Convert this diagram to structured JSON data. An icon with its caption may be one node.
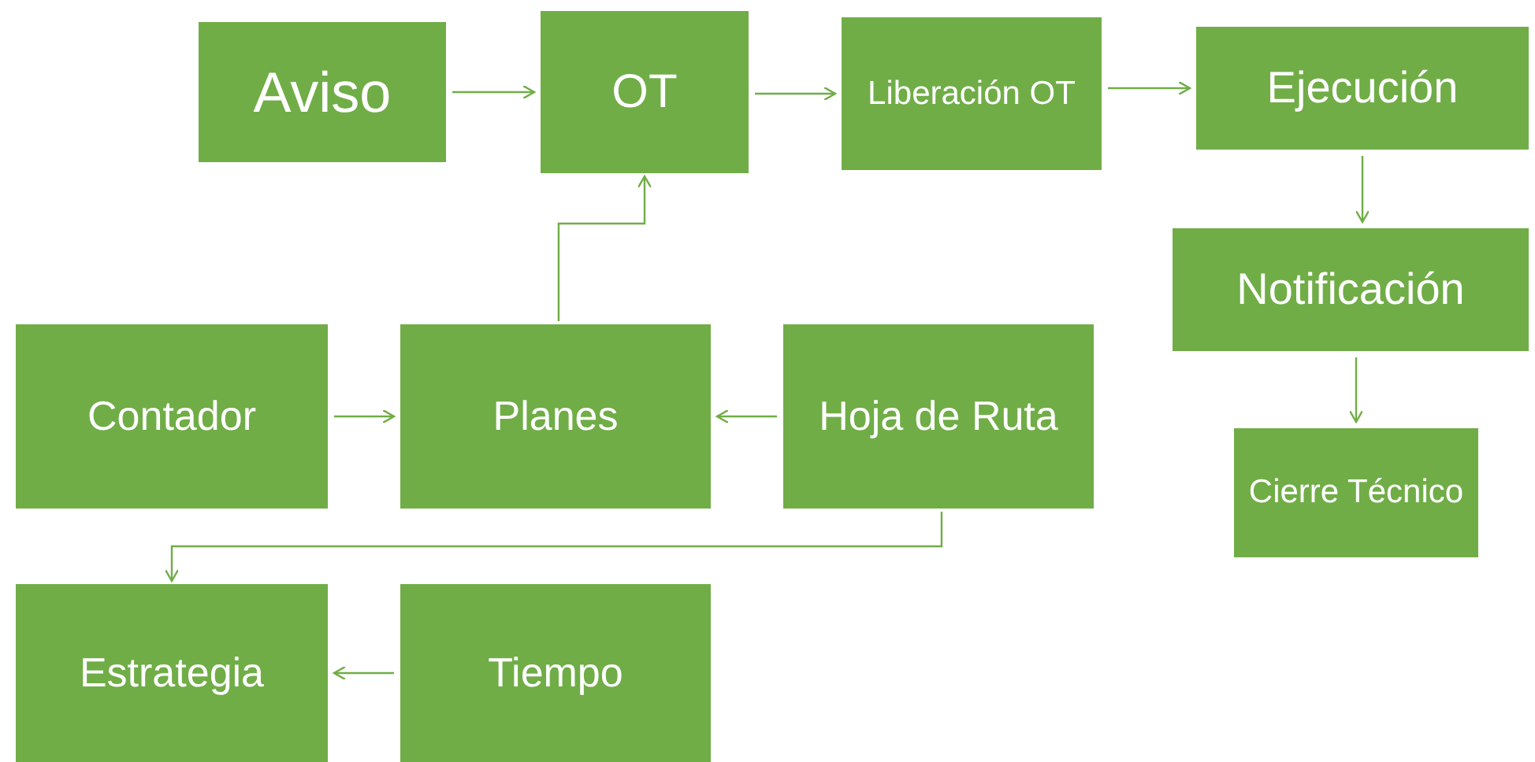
{
  "diagram": {
    "nodes": [
      {
        "text": [
          "Aviso"
        ]
      },
      {
        "text": [
          "OT"
        ]
      },
      {
        "text": [
          "Liberación OT"
        ]
      },
      {
        "text": [
          "Ejecución"
        ]
      },
      {
        "text": [
          "Notificación"
        ]
      },
      {
        "text": [
          "Cierre Técnico"
        ]
      },
      {
        "text": [
          "Contador"
        ]
      },
      {
        "text": [
          "Planes"
        ]
      },
      {
        "text": [
          "Hoja de Ruta"
        ]
      },
      {
        "text": [
          "Estrategia"
        ]
      },
      {
        "text": [
          "Tiempo"
        ]
      }
    ],
    "edges": [
      {
        "from": 0,
        "to": 1,
        "arrow": "to"
      },
      {
        "from": 1,
        "to": 2,
        "arrow": "to"
      },
      {
        "from": 2,
        "to": 3,
        "arrow": "to"
      },
      {
        "from": 3,
        "to": 4,
        "arrow": "to"
      },
      {
        "from": 4,
        "to": 5,
        "arrow": "to"
      },
      {
        "from": 6,
        "to": 7,
        "arrow": "to"
      },
      {
        "from": 8,
        "to": 7,
        "arrow": "to"
      },
      {
        "from": 7,
        "to": 1,
        "arrow": "to"
      },
      {
        "from": 8,
        "to": 9,
        "arrow": "to"
      },
      {
        "from": 10,
        "to": 9,
        "arrow": "to"
      }
    ]
  }
}
